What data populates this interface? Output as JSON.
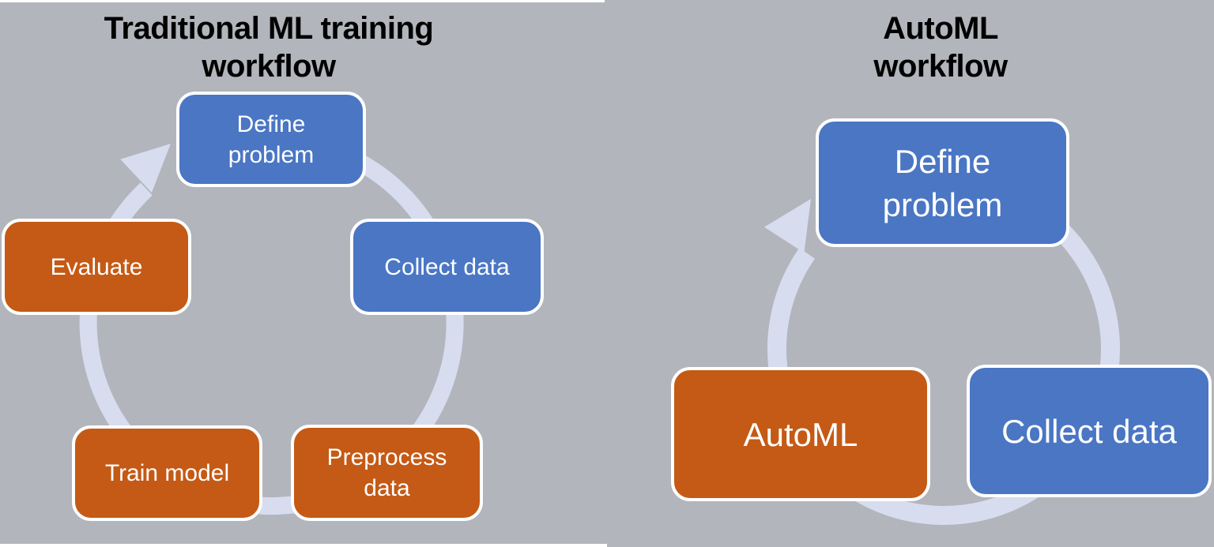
{
  "colors": {
    "background": "#b2b5bc",
    "node_blue": "#4a76c4",
    "node_orange": "#c45a15",
    "node_border": "#ffffff",
    "node_text": "#ffffff",
    "cycle_arrow": "#d7dcef",
    "title_text": "#000000"
  },
  "left_diagram": {
    "title_line1": "Traditional ML training",
    "title_line2": "workflow",
    "nodes": {
      "define_problem": {
        "line1": "Define",
        "line2": "problem"
      },
      "collect_data": {
        "line1": "Collect data"
      },
      "preprocess_data": {
        "line1": "Preprocess",
        "line2": "data"
      },
      "train_model": {
        "line1": "Train model"
      },
      "evaluate": {
        "line1": "Evaluate"
      }
    }
  },
  "right_diagram": {
    "title_line1": "AutoML",
    "title_line2": "workflow",
    "nodes": {
      "define_problem": {
        "line1": "Define",
        "line2": "problem"
      },
      "collect_data": {
        "line1": "Collect data"
      },
      "automl": {
        "line1": "AutoML"
      }
    }
  }
}
